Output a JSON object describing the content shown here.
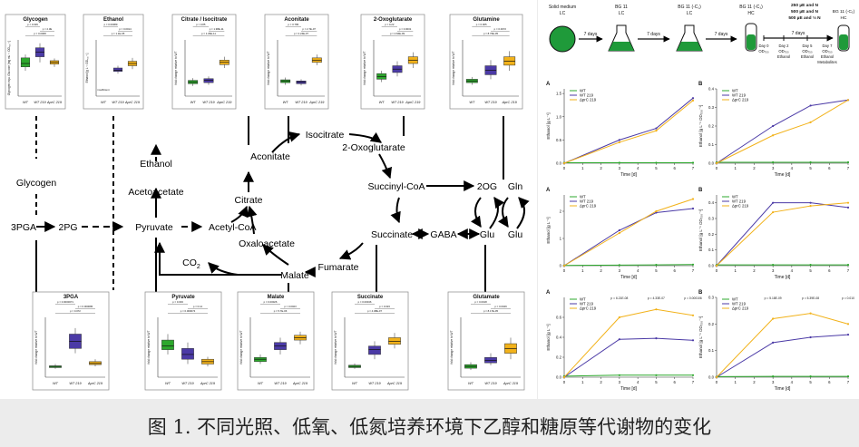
{
  "caption": "图 1. 不同光照、低氧、低氮培养环境下乙醇和糖原等代谢物的变化",
  "colors": {
    "wt": "#2ca82c",
    "wt219": "#4b3aa6",
    "dprc219": "#f2b21a",
    "axis": "#333333"
  },
  "groups": [
    "WT",
    "WT 219",
    "ΔprC 219"
  ],
  "pathway": {
    "nodes": {
      "glycogen": "Glycogen",
      "ethanol": "Ethanol",
      "acetoacetate": "Acetoacetate",
      "pga3": "3PGA",
      "pg2": "2PG",
      "pyruvate": "Pyruvate",
      "acetyl_coa": "Acetyl-CoA",
      "citrate": "Citrate",
      "aconitate": "Aconitate",
      "isocitrate": "Isocitrate",
      "oxoglutarate": "2-Oxoglutarate",
      "succinyl_coa": "Succinyl-CoA",
      "og2": "2OG",
      "gln": "Gln",
      "glu1": "Glu",
      "glu2": "Glu",
      "succinate": "Succinate",
      "gaba": "GABA",
      "oxaloacetate": "Oxaloacetate",
      "fumarate": "Fumarate",
      "malate": "Malate",
      "co2": "CO",
      "co2_sub": "2"
    }
  },
  "boxplots": [
    {
      "title": "Glycogen",
      "ylabel": "Glycogen equ. Glucose [mg mL⁻¹ OD₇₅₀⁻¹]",
      "pvals": [
        "p = 0.029",
        "p = 2.3E",
        "p = 0.0068"
      ],
      "boxes": [
        [
          0.45,
          0.52,
          0.58,
          0.68,
          0.74
        ],
        [
          0.6,
          0.7,
          0.78,
          0.86,
          0.94
        ],
        [
          0.52,
          0.57,
          0.6,
          0.63,
          0.67
        ]
      ]
    },
    {
      "title": "Ethanol",
      "ylabel": "Ethanol [g L⁻¹ OD₇₅₀⁻¹]",
      "pvals": [
        "p = 0.00089",
        "p = 0.0014",
        "p = 1.1E-05"
      ],
      "boxes": [
        [
          0.0,
          0.0,
          0.0,
          0.0,
          0.0
        ],
        [
          0.4,
          0.44,
          0.46,
          0.5,
          0.54
        ],
        [
          0.48,
          0.54,
          0.58,
          0.62,
          0.68
        ]
      ],
      "note": "insufficient"
    },
    {
      "title": "Citrate / Isocitrate",
      "ylabel": "fold change relative to WT",
      "pvals": [
        "p = 0.85",
        "p = 1.98E-11",
        "p = 1.29E-11"
      ],
      "boxes": [
        [
          0.18,
          0.22,
          0.25,
          0.28,
          0.32
        ],
        [
          0.2,
          0.24,
          0.28,
          0.31,
          0.35
        ],
        [
          0.5,
          0.56,
          0.6,
          0.64,
          0.7
        ]
      ]
    },
    {
      "title": "Aconitate",
      "ylabel": "fold change relative to WT",
      "pvals": [
        "p = 0.786",
        "p = 2.7E-07",
        "p = 2.24E-07"
      ],
      "boxes": [
        [
          0.2,
          0.24,
          0.27,
          0.29,
          0.33
        ],
        [
          0.19,
          0.22,
          0.25,
          0.27,
          0.3
        ],
        [
          0.55,
          0.6,
          0.64,
          0.68,
          0.74
        ]
      ]
    },
    {
      "title": "2-Oxoglutarate",
      "ylabel": "fold change relative to WT",
      "pvals": [
        "p = 0.22",
        "p = 0.0031",
        "p = 4.84E-09"
      ],
      "boxes": [
        [
          0.25,
          0.3,
          0.35,
          0.4,
          0.45
        ],
        [
          0.35,
          0.42,
          0.48,
          0.54,
          0.62
        ],
        [
          0.5,
          0.58,
          0.64,
          0.7,
          0.78
        ]
      ]
    },
    {
      "title": "Glutamine",
      "ylabel": "fold change relative to WT",
      "pvals": [
        "p = 0.005",
        "p = 0.0072",
        "p = 8.76E-05"
      ],
      "boxes": [
        [
          0.2,
          0.24,
          0.27,
          0.3,
          0.34
        ],
        [
          0.3,
          0.38,
          0.46,
          0.54,
          0.64
        ],
        [
          0.45,
          0.55,
          0.62,
          0.7,
          0.8
        ]
      ]
    },
    {
      "title": "3PGA",
      "ylabel": "fold change relative to WT",
      "pvals": [
        "p = 0.0000071",
        "p = 0.000086",
        "p = 0.072"
      ],
      "boxes": [
        [
          0.14,
          0.16,
          0.18,
          0.19,
          0.22
        ],
        [
          0.4,
          0.48,
          0.6,
          0.72,
          0.82
        ],
        [
          0.18,
          0.21,
          0.23,
          0.26,
          0.3
        ]
      ]
    },
    {
      "title": "Pyruvate",
      "ylabel": "fold change relative to WT",
      "pvals": [
        "p = 0.003",
        "p = 0.14",
        "p = 0.000074"
      ],
      "boxes": [
        [
          0.38,
          0.46,
          0.52,
          0.62,
          0.72
        ],
        [
          0.22,
          0.3,
          0.38,
          0.48,
          0.58
        ],
        [
          0.18,
          0.22,
          0.26,
          0.3,
          0.34
        ]
      ]
    },
    {
      "title": "Malate",
      "ylabel": "fold change relative to WT",
      "pvals": [
        "p = 0.00026",
        "p = 0.0023",
        "p = 5.7E-06"
      ],
      "boxes": [
        [
          0.22,
          0.26,
          0.3,
          0.33,
          0.38
        ],
        [
          0.38,
          0.46,
          0.52,
          0.58,
          0.66
        ],
        [
          0.55,
          0.62,
          0.66,
          0.7,
          0.76
        ]
      ]
    },
    {
      "title": "Succinate",
      "ylabel": "fold change relative to WT",
      "pvals": [
        "p = 0.00046",
        "p = 0.023",
        "p = 4.08E-07"
      ],
      "boxes": [
        [
          0.14,
          0.16,
          0.18,
          0.2,
          0.23
        ],
        [
          0.3,
          0.38,
          0.46,
          0.52,
          0.6
        ],
        [
          0.48,
          0.55,
          0.6,
          0.66,
          0.74
        ]
      ]
    },
    {
      "title": "Glutamate",
      "ylabel": "fold change relative to WT",
      "pvals": [
        "p = 0.0018",
        "p = 0.0049",
        "p = 8.17E-05"
      ],
      "boxes": [
        [
          0.12,
          0.15,
          0.18,
          0.21,
          0.25
        ],
        [
          0.2,
          0.24,
          0.28,
          0.33,
          0.4
        ],
        [
          0.3,
          0.4,
          0.48,
          0.56,
          0.66
        ]
      ]
    }
  ],
  "schematic": {
    "steps": [
      {
        "label": "Solid medium\nLC"
      },
      {
        "label": "BG 11\nLC"
      },
      {
        "label": "BG 11 (-C₁)\nLC"
      },
      {
        "label": "BG 11 (-C₁)\nHC"
      }
    ],
    "arrows": [
      "7 days",
      "7 days",
      "7 days"
    ],
    "final_label": "BG 11 (-C₁)\nHC",
    "conditions": [
      "250 µE and N",
      "500 µE and N",
      "500 µE and ⅓ N"
    ],
    "timeline_arrow": "7 days",
    "ticks": [
      {
        "label": "Day 0\nOD₇₅₀"
      },
      {
        "label": "Day 2\nOD₇₅₀\nEthanol"
      },
      {
        "label": "Day 5\nOD₇₅₀\nEthanol"
      },
      {
        "label": "Day 7\nOD₇₅₀\nEthanol\nMetabolites"
      }
    ]
  },
  "line_panels": [
    {
      "letter": "A",
      "ylabel": "Ethanol [g L⁻¹]",
      "xlabel": "Time [d]",
      "xticks": [
        "0",
        "1",
        "2",
        "3",
        "4",
        "5",
        "6",
        "7"
      ],
      "ylim": [
        0,
        1.6
      ],
      "yticks": [
        "0.0",
        "0.5",
        "1.0",
        "1.5"
      ],
      "legend": [
        "WT",
        "WT 219",
        "ΔprC 219"
      ],
      "x": [
        0,
        3,
        5,
        7
      ],
      "series": [
        [
          0.01,
          0.01,
          0.01,
          0.01
        ],
        [
          0.0,
          0.5,
          0.75,
          1.4
        ],
        [
          0.0,
          0.45,
          0.7,
          1.35
        ]
      ],
      "pvals": []
    },
    {
      "letter": "B",
      "ylabel": "Ethanol [g L⁻¹ OD₇₅₀⁻¹]",
      "xlabel": "Time [d]",
      "xticks": [
        "0",
        "1",
        "2",
        "3",
        "4",
        "5",
        "6",
        "7"
      ],
      "ylim": [
        0,
        0.4
      ],
      "yticks": [
        "0.0",
        "0.1",
        "0.2",
        "0.3",
        "0.4"
      ],
      "legend": [
        "WT",
        "WT 219",
        "ΔprC 219"
      ],
      "x": [
        0,
        3,
        5,
        7
      ],
      "series": [
        [
          0.005,
          0.005,
          0.005,
          0.005
        ],
        [
          0.0,
          0.2,
          0.31,
          0.34
        ],
        [
          0.0,
          0.15,
          0.22,
          0.34
        ]
      ],
      "pvals": []
    },
    {
      "letter": "A",
      "ylabel": "Ethanol [g L⁻¹]",
      "xlabel": "Time [d]",
      "xticks": [
        "0",
        "1",
        "2",
        "3",
        "4",
        "5",
        "6",
        "7"
      ],
      "ylim": [
        0,
        2.6
      ],
      "yticks": [
        "0",
        "1",
        "2"
      ],
      "legend": [
        "WT",
        "WT 219",
        "ΔprC 219"
      ],
      "x": [
        0,
        3,
        5,
        7
      ],
      "series": [
        [
          0.01,
          0.02,
          0.03,
          0.04
        ],
        [
          0.0,
          1.3,
          1.95,
          2.1
        ],
        [
          0.0,
          1.2,
          2.0,
          2.45
        ]
      ],
      "pvals": []
    },
    {
      "letter": "B",
      "ylabel": "Ethanol [g L⁻¹ OD₇₅₀⁻¹]",
      "xlabel": "Time [d]",
      "xticks": [
        "0",
        "1",
        "2",
        "3",
        "4",
        "5",
        "6",
        "7"
      ],
      "ylim": [
        0,
        0.45
      ],
      "yticks": [
        "0.0",
        "0.1",
        "0.2",
        "0.3",
        "0.4"
      ],
      "legend": [
        "WT",
        "WT 219",
        "ΔprC 219"
      ],
      "x": [
        0,
        3,
        5,
        7
      ],
      "series": [
        [
          0.005,
          0.005,
          0.005,
          0.005
        ],
        [
          0.0,
          0.4,
          0.4,
          0.37
        ],
        [
          0.0,
          0.34,
          0.38,
          0.4
        ]
      ],
      "pvals": []
    },
    {
      "letter": "A",
      "ylabel": "Ethanol [g L⁻¹]",
      "xlabel": "Time [d]",
      "xticks": [
        "0",
        "1",
        "2",
        "3",
        "4",
        "5",
        "6",
        "7"
      ],
      "ylim": [
        0,
        0.8
      ],
      "yticks": [
        "0.0",
        "0.2",
        "0.4",
        "0.6"
      ],
      "legend": [
        "WT",
        "WT 219",
        "ΔprC 219"
      ],
      "x": [
        0,
        3,
        5,
        7
      ],
      "series": [
        [
          0.01,
          0.02,
          0.02,
          0.02
        ],
        [
          0.0,
          0.38,
          0.39,
          0.37
        ],
        [
          0.0,
          0.6,
          0.68,
          0.62
        ]
      ],
      "pvals": [
        "p = 6.21E-08",
        "p = 4.33E-07",
        "p = 0.000106"
      ]
    },
    {
      "letter": "B",
      "ylabel": "Ethanol [g L⁻¹ OD₇₅₀⁻¹]",
      "xlabel": "Time [d]",
      "xticks": [
        "0",
        "1",
        "2",
        "3",
        "4",
        "5",
        "6",
        "7"
      ],
      "ylim": [
        0,
        0.3
      ],
      "yticks": [
        "0.0",
        "0.1",
        "0.2",
        "0.3"
      ],
      "legend": [
        "WT",
        "WT 219",
        "ΔprC 219"
      ],
      "x": [
        0,
        3,
        5,
        7
      ],
      "series": [
        [
          0.002,
          0.003,
          0.003,
          0.003
        ],
        [
          0.0,
          0.13,
          0.15,
          0.16
        ],
        [
          0.0,
          0.22,
          0.24,
          0.2
        ]
      ],
      "pvals": [
        "p = 5.18E-09",
        "p = 5.39E-08",
        "p = 0.010"
      ]
    }
  ]
}
